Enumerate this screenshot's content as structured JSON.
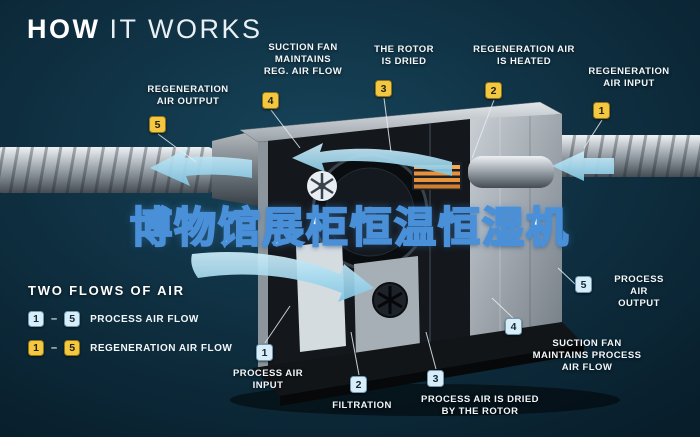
{
  "header": {
    "title_bold": "HOW",
    "title_light": "IT WORKS"
  },
  "watermark": {
    "text": "博物馆展柜恒温恒湿机",
    "fill_color": "#ffffff",
    "outline_color": "#4a90d9"
  },
  "colors": {
    "background": "#0e2e3f",
    "regeneration_badge": "#f2c741",
    "process_badge": "#d9edf8",
    "air_arrow": "#9fd9ef",
    "label_text": "#f2f7fa"
  },
  "regeneration_callouts": [
    {
      "num": "1",
      "label": "REGENERATION\nAIR INPUT"
    },
    {
      "num": "2",
      "label": "REGENERATION AIR\nIS HEATED"
    },
    {
      "num": "3",
      "label": "THE ROTOR\nIS DRIED"
    },
    {
      "num": "4",
      "label": "SUCTION FAN\nMAINTAINS\nREG. AIR FLOW"
    },
    {
      "num": "5",
      "label": "REGENERATION\nAIR OUTPUT"
    }
  ],
  "process_callouts": [
    {
      "num": "1",
      "label": "PROCESS AIR\nINPUT"
    },
    {
      "num": "2",
      "label": "FILTRATION"
    },
    {
      "num": "3",
      "label": "PROCESS AIR IS DRIED\nBY THE ROTOR"
    },
    {
      "num": "4",
      "label": "SUCTION FAN\nMAINTAINS PROCESS\nAIR FLOW"
    },
    {
      "num": "5",
      "label": "PROCESS AIR\nOUTPUT"
    }
  ],
  "legend": {
    "title": "TWO FLOWS OF AIR",
    "rows": [
      {
        "start": "1",
        "separator": "–",
        "end": "5",
        "label": "PROCESS AIR FLOW",
        "flow": "process"
      },
      {
        "start": "1",
        "separator": "–",
        "end": "5",
        "label": "REGENERATION AIR FLOW",
        "flow": "regeneration"
      }
    ]
  }
}
